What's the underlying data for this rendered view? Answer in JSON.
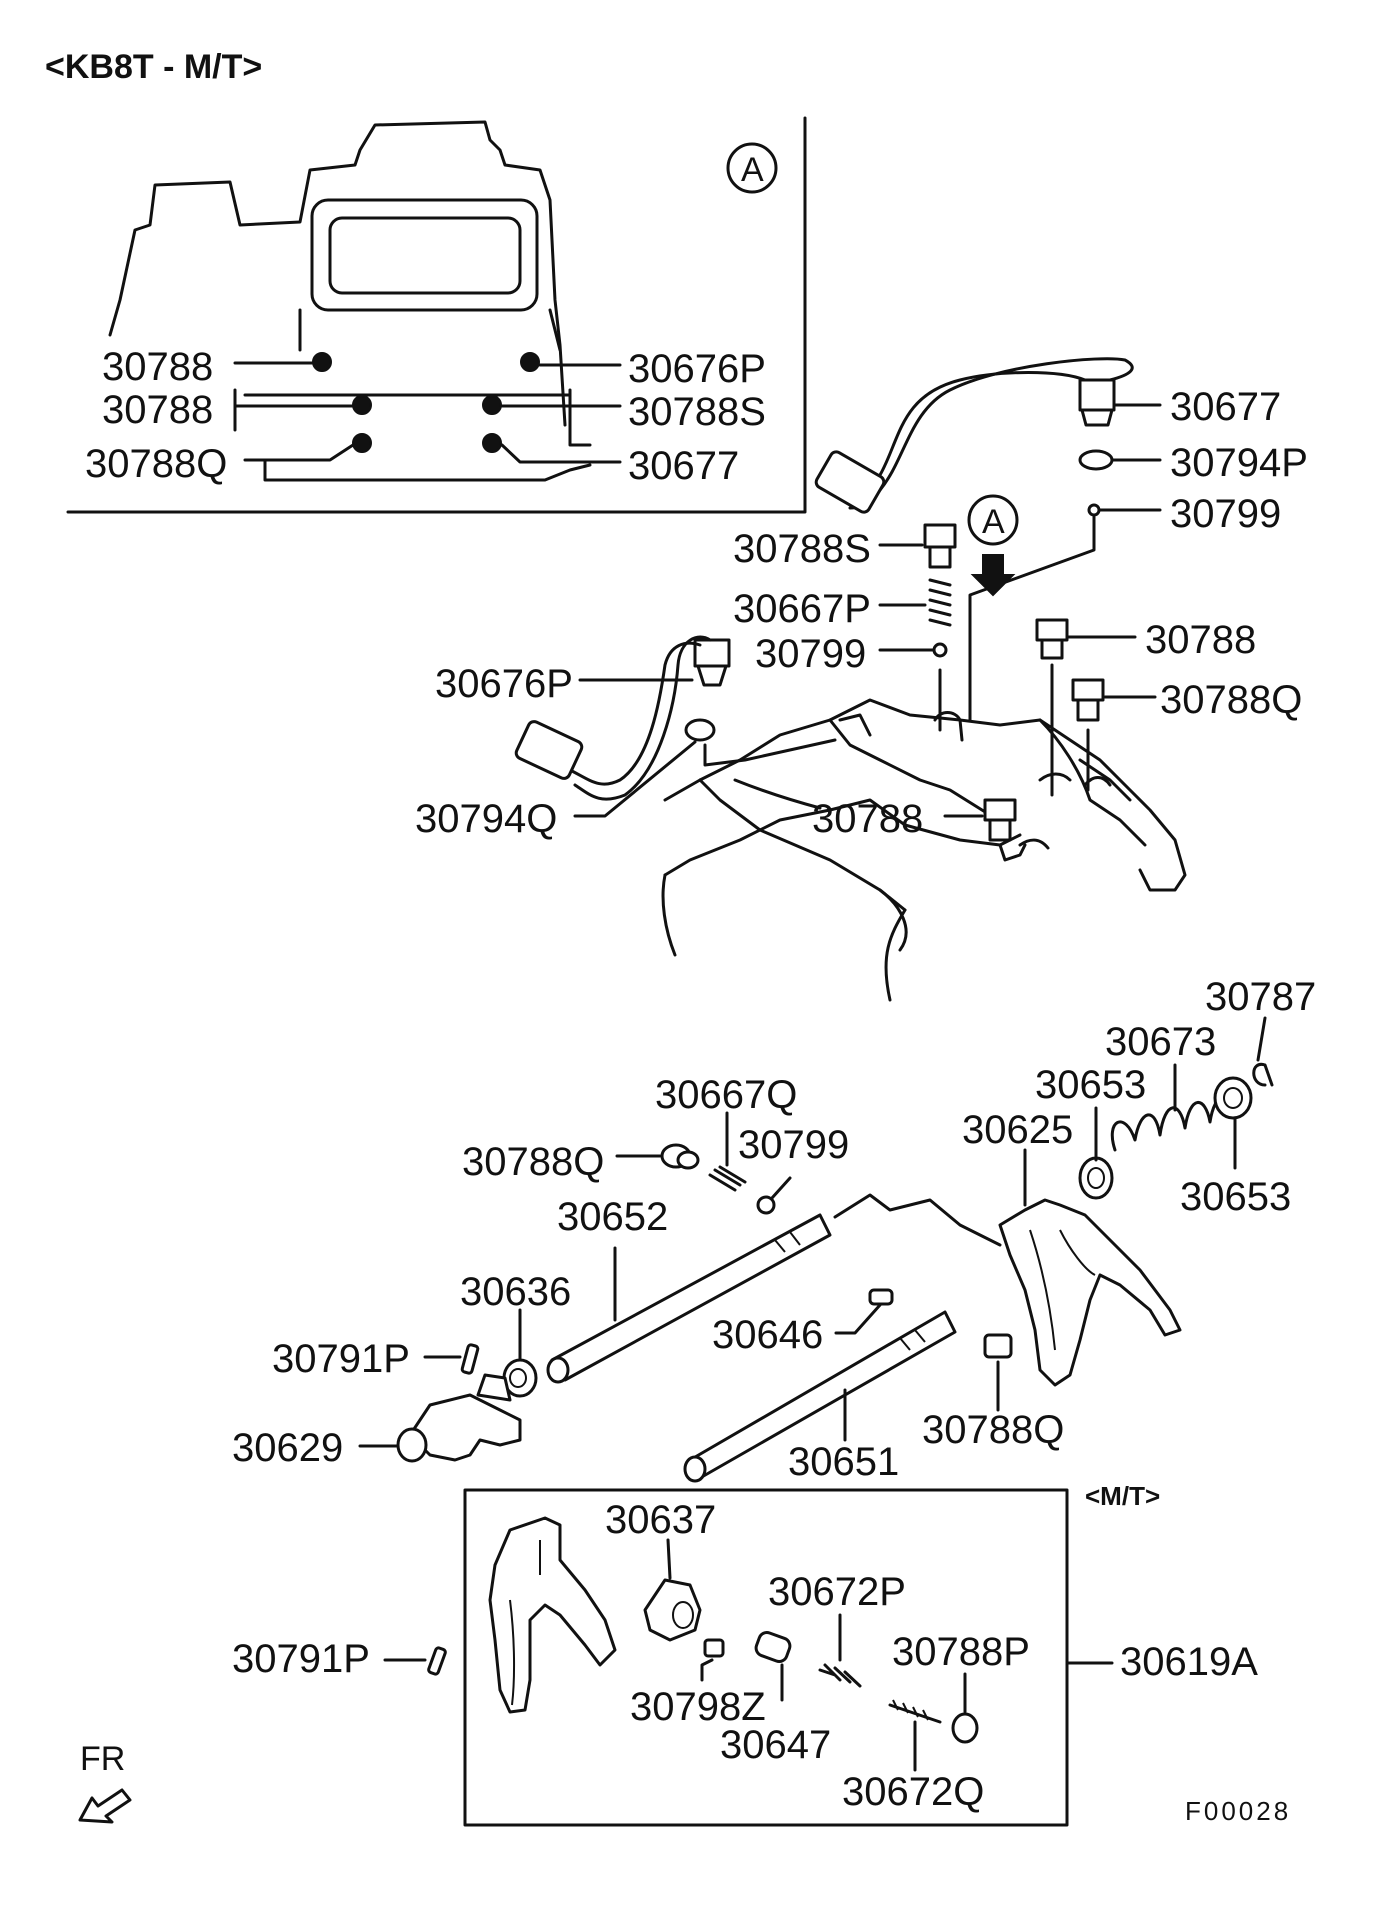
{
  "title": "<KB8T - M/T>",
  "inset_marker": "A",
  "view_marker": "A",
  "inset_labels": [
    "30788",
    "30676P",
    "30788",
    "30788S",
    "30788Q",
    "30677"
  ],
  "top_labels": [
    "30677",
    "30794P",
    "30799",
    "30788S",
    "30667P",
    "30799",
    "30788",
    "30676P",
    "30788Q",
    "30794Q",
    "30788"
  ],
  "lower_labels": [
    "30787",
    "30673",
    "30653",
    "30625",
    "30653",
    "30667Q",
    "30799",
    "30788Q",
    "30652",
    "30636",
    "30646",
    "30791P",
    "30629",
    "30651",
    "30788Q"
  ],
  "mt_box": {
    "tag": "<M/T>",
    "group_label": "30619A",
    "labels": [
      "30637",
      "30672P",
      "30788P",
      "30791P",
      "30798Z",
      "30647",
      "30672Q"
    ]
  },
  "direction": "FR",
  "figure_code": "F00028"
}
